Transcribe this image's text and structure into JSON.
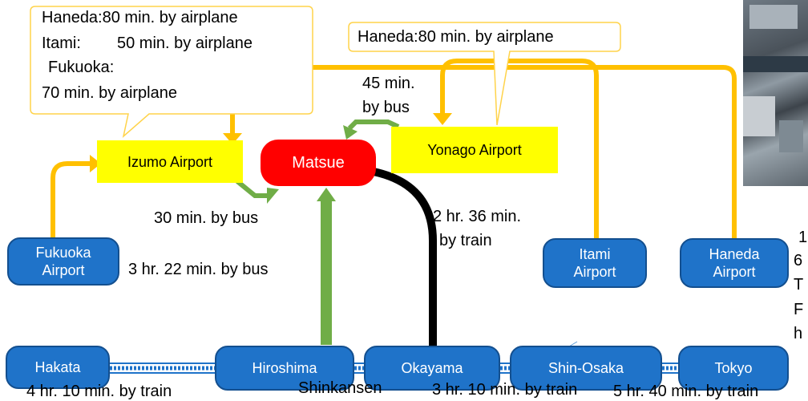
{
  "callouts": {
    "left": {
      "line1": "Haneda:80 min. by airplane",
      "line2_a": "Itami:",
      "line2_b": "50 min. by airplane",
      "line3": "Fukuoka:",
      "line4": "70 min. by airplane"
    },
    "right": {
      "line1": "Haneda:80 min. by airplane"
    }
  },
  "nodes": {
    "izumo": "Izumo Airport",
    "matsue": "Matsue",
    "yonago": "Yonago Airport",
    "fukuoka_airport": [
      "Fukuoka",
      "Airport"
    ],
    "itami_airport": [
      "Itami",
      "Airport"
    ],
    "haneda_airport": [
      "Haneda",
      "Airport"
    ],
    "hakata": "Hakata",
    "hiroshima": "Hiroshima",
    "okayama": "Okayama",
    "shin_osaka": "Shin-Osaka",
    "tokyo": "Tokyo"
  },
  "labels": {
    "yonago_bus": [
      "45 min.",
      "by bus"
    ],
    "izumo_bus": "30 min. by bus",
    "okayama_train": [
      "2 hr. 36 min.",
      "by train"
    ],
    "hiroshima_bus": "3 hr. 22 min. by bus",
    "hakata_train": "4 hr. 10 min. by train",
    "shinkansen": "Shinkansen",
    "shin_osaka_train": "3 hr. 10 min. by train",
    "tokyo_train": "5 hr. 40 min. by train"
  },
  "right_edge_text": [
    "1",
    "6",
    "T",
    "F",
    "h"
  ],
  "colors": {
    "air_route": "#ffc000",
    "bus_route": "#70ad47",
    "train_route": "#000000",
    "shinkansen": "#1f73c9",
    "node_blue": "#1f73c9",
    "airport_yellow": "#ffff00",
    "matsue_red": "#ff0000"
  }
}
